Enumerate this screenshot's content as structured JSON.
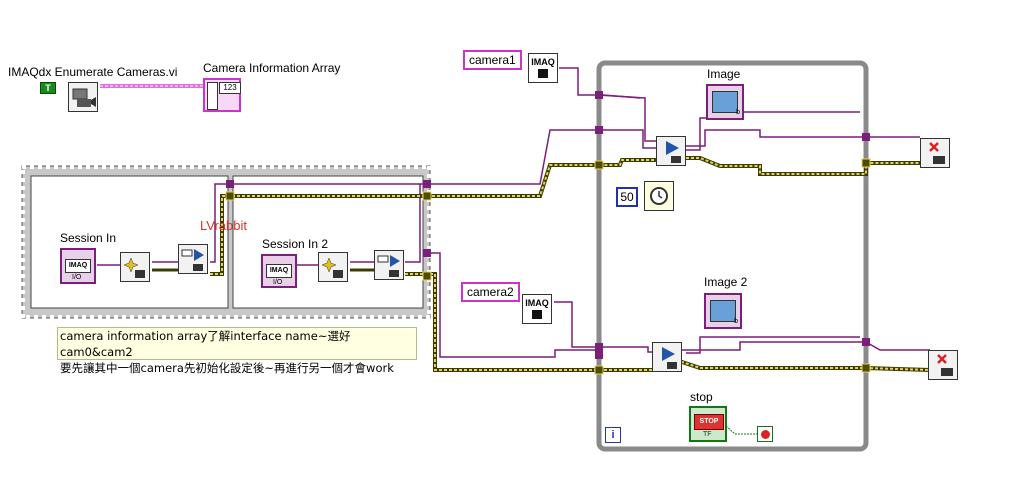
{
  "diagram": {
    "nodes": {
      "enum_vi": "IMAQdx Enumerate Cameras.vi",
      "cam_info": "Camera Information Array",
      "camera1": "camera1",
      "camera2": "camera2",
      "image1": "Image",
      "image2": "Image 2",
      "session_in": "Session In",
      "session_in2": "Session In 2",
      "stop": "stop",
      "wait_ms": "50",
      "bool_const": "T",
      "imaq_ref1": "IMAQ",
      "imaq_ref2": "IMAQ",
      "imaq_ctrl1": "IMAQ",
      "imaq_ctrl2": "IMAQ",
      "array_icon_num": "123",
      "image_badge": "b",
      "io_badge": "I/O",
      "tf_badge": "TF",
      "stop_text": "STOP",
      "loop_index": "i"
    },
    "comment": {
      "line1": "camera information array了解interface name~選好cam0&cam2",
      "line2": "要先讓其中一個camera先初始化設定後~再進行另一個才會work"
    },
    "watermark": "LVrabbit"
  }
}
